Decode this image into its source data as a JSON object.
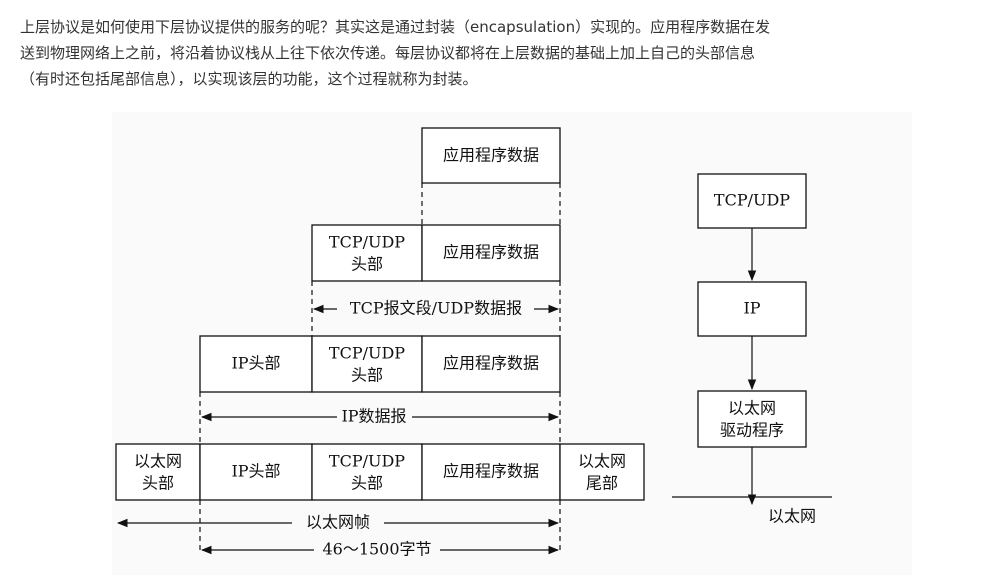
{
  "paragraph": {
    "line1": "上层协议是如何使用下层协议提供的服务的呢？其实这是通过封装（encapsulation）实现的。应用程序数据在发",
    "line2": "送到物理网络上之前，将沿着协议栈从上往下依次传递。每层协议都将在上层数据的基础上加上自己的头部信息",
    "line3": "（有时还包括尾部信息），以实现该层的功能，这个过程就称为封装。"
  },
  "diagram": {
    "app_data": "应用程序数据",
    "tcp_udp_header_line1": "TCP/UDP",
    "tcp_udp_header_line2": "头部",
    "ip_header": "IP头部",
    "eth_header_line1": "以太网",
    "eth_header_line2": "头部",
    "eth_trailer_line1": "以太网",
    "eth_trailer_line2": "尾部",
    "span_tcp": "TCP报文段/UDP数据报",
    "span_ip": "IP数据报",
    "span_frame": "以太网帧",
    "span_bytes": "46～1500字节",
    "stack_tcp_udp": "TCP/UDP",
    "stack_ip": "IP",
    "stack_driver_line1": "以太网",
    "stack_driver_line2": "驱动程序",
    "stack_ethernet": "以太网"
  }
}
